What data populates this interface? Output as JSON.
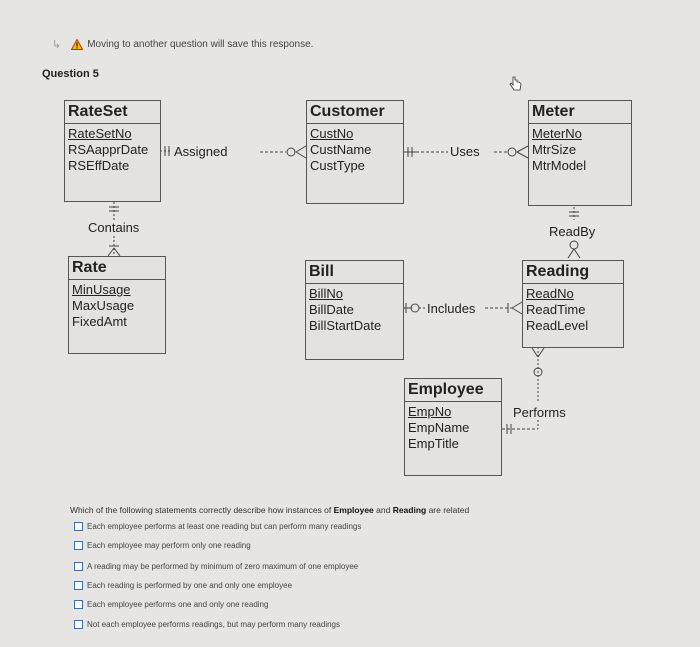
{
  "warning": {
    "text": "Moving to another question will save this response."
  },
  "question_label": "Question 5",
  "entities": {
    "rateset": {
      "name": "RateSet",
      "attrs": [
        "RateSetNo",
        "RSAapprDate",
        "RSEffDate"
      ]
    },
    "customer": {
      "name": "Customer",
      "attrs": [
        "CustNo",
        "CustName",
        "CustType"
      ]
    },
    "meter": {
      "name": "Meter",
      "attrs": [
        "MeterNo",
        "MtrSize",
        "MtrModel"
      ]
    },
    "rate": {
      "name": "Rate",
      "attrs": [
        "MinUsage",
        "MaxUsage",
        "FixedAmt"
      ]
    },
    "bill": {
      "name": "Bill",
      "attrs": [
        "BillNo",
        "BillDate",
        "BillStartDate"
      ]
    },
    "reading": {
      "name": "Reading",
      "attrs": [
        "ReadNo",
        "ReadTime",
        "ReadLevel"
      ]
    },
    "employee": {
      "name": "Employee",
      "attrs": [
        "EmpNo",
        "EmpName",
        "EmpTitle"
      ]
    }
  },
  "relationships": {
    "assigned": "Assigned",
    "uses": "Uses",
    "contains": "Contains",
    "readby": "ReadBy",
    "includes": "Includes",
    "performs": "Performs"
  },
  "question": {
    "prefix": "Which of the following statements correctly describe how instances of ",
    "entity1": "Employee",
    "mid": " and ",
    "entity2": "Reading",
    "suffix": " are related"
  },
  "options": [
    "Each employee performs at least one reading but can perform many readings",
    "Each employee may perform only one reading",
    "A reading may be performed by minimum of zero maximum of one employee",
    "Each reading is performed by one and only one employee",
    "Each employee performs one and only one reading",
    "Not each employee performs readings, but may perform many readings"
  ]
}
